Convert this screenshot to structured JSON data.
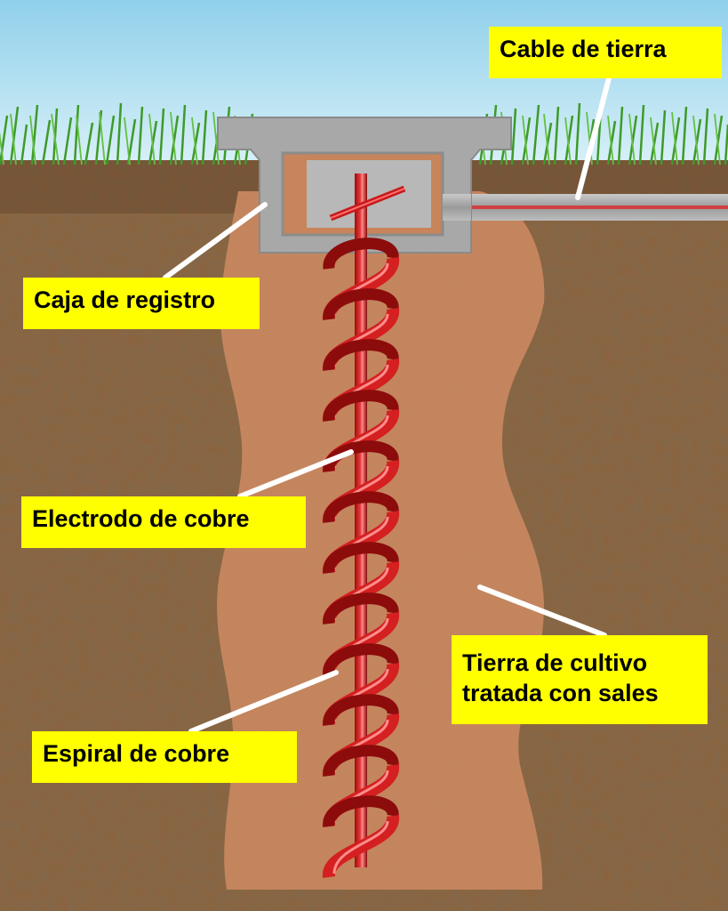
{
  "labels": {
    "cable": "Cable de tierra",
    "caja": "Caja de registro",
    "electrodo": "Electrodo de cobre",
    "tierra_line1": "Tierra de cultivo",
    "tierra_line2": "tratada con sales",
    "espiral": "Espiral de cobre"
  },
  "colors": {
    "sky_top": "#8fd0ea",
    "sky_bottom": "#d8f0f8",
    "soil": "#8a6440",
    "treated_soil": "#c8845a",
    "concrete": "#a8a8a8",
    "copper": "#d42020",
    "grass": "#3f9a2a",
    "label_bg": "#ffff00"
  }
}
